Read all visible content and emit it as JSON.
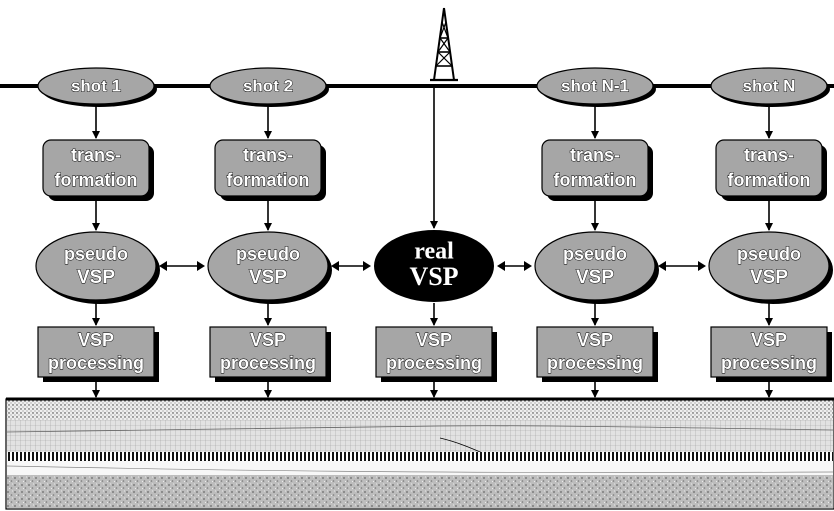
{
  "columns": [
    {
      "id": "col-1",
      "shot_label": "shot 1",
      "transformation_line1": "trans-",
      "transformation_line2": "formation",
      "vsp_line1": "pseudo",
      "vsp_line2": "VSP",
      "vsp_type": "pseudo",
      "processing_line1": "VSP",
      "processing_line2": "processing"
    },
    {
      "id": "col-2",
      "shot_label": "shot 2",
      "transformation_line1": "trans-",
      "transformation_line2": "formation",
      "vsp_line1": "pseudo",
      "vsp_line2": "VSP",
      "vsp_type": "pseudo",
      "processing_line1": "VSP",
      "processing_line2": "processing"
    },
    {
      "id": "col-real",
      "shot_label": "",
      "transformation_line1": "",
      "transformation_line2": "",
      "vsp_line1": "real",
      "vsp_line2": "VSP",
      "vsp_type": "real",
      "processing_line1": "VSP",
      "processing_line2": "processing"
    },
    {
      "id": "col-n-1",
      "shot_label": "shot N-1",
      "transformation_line1": "trans-",
      "transformation_line2": "formation",
      "vsp_line1": "pseudo",
      "vsp_line2": "VSP",
      "vsp_type": "pseudo",
      "processing_line1": "VSP",
      "processing_line2": "processing"
    },
    {
      "id": "col-n",
      "shot_label": "shot N",
      "transformation_line1": "trans-",
      "transformation_line2": "formation",
      "vsp_line1": "pseudo",
      "vsp_line2": "VSP",
      "vsp_type": "pseudo",
      "processing_line1": "VSP",
      "processing_line2": "processing"
    }
  ],
  "colors": {
    "shape_fill": "#a6a6a6",
    "shadow": "#000000",
    "real_vsp_fill": "#000000",
    "line": "#000000",
    "text_fill": "#ffffff",
    "text_outline": "#000000",
    "layer_stipple_bg": "#f2f2f2",
    "layer_gray": "#c7c7c7",
    "layer_dark": "#9a9a9a"
  },
  "icons": {
    "derrick": "oil-derrick-icon",
    "double_arrow": "double-arrow-icon",
    "down_arrow": "down-arrow-icon"
  }
}
